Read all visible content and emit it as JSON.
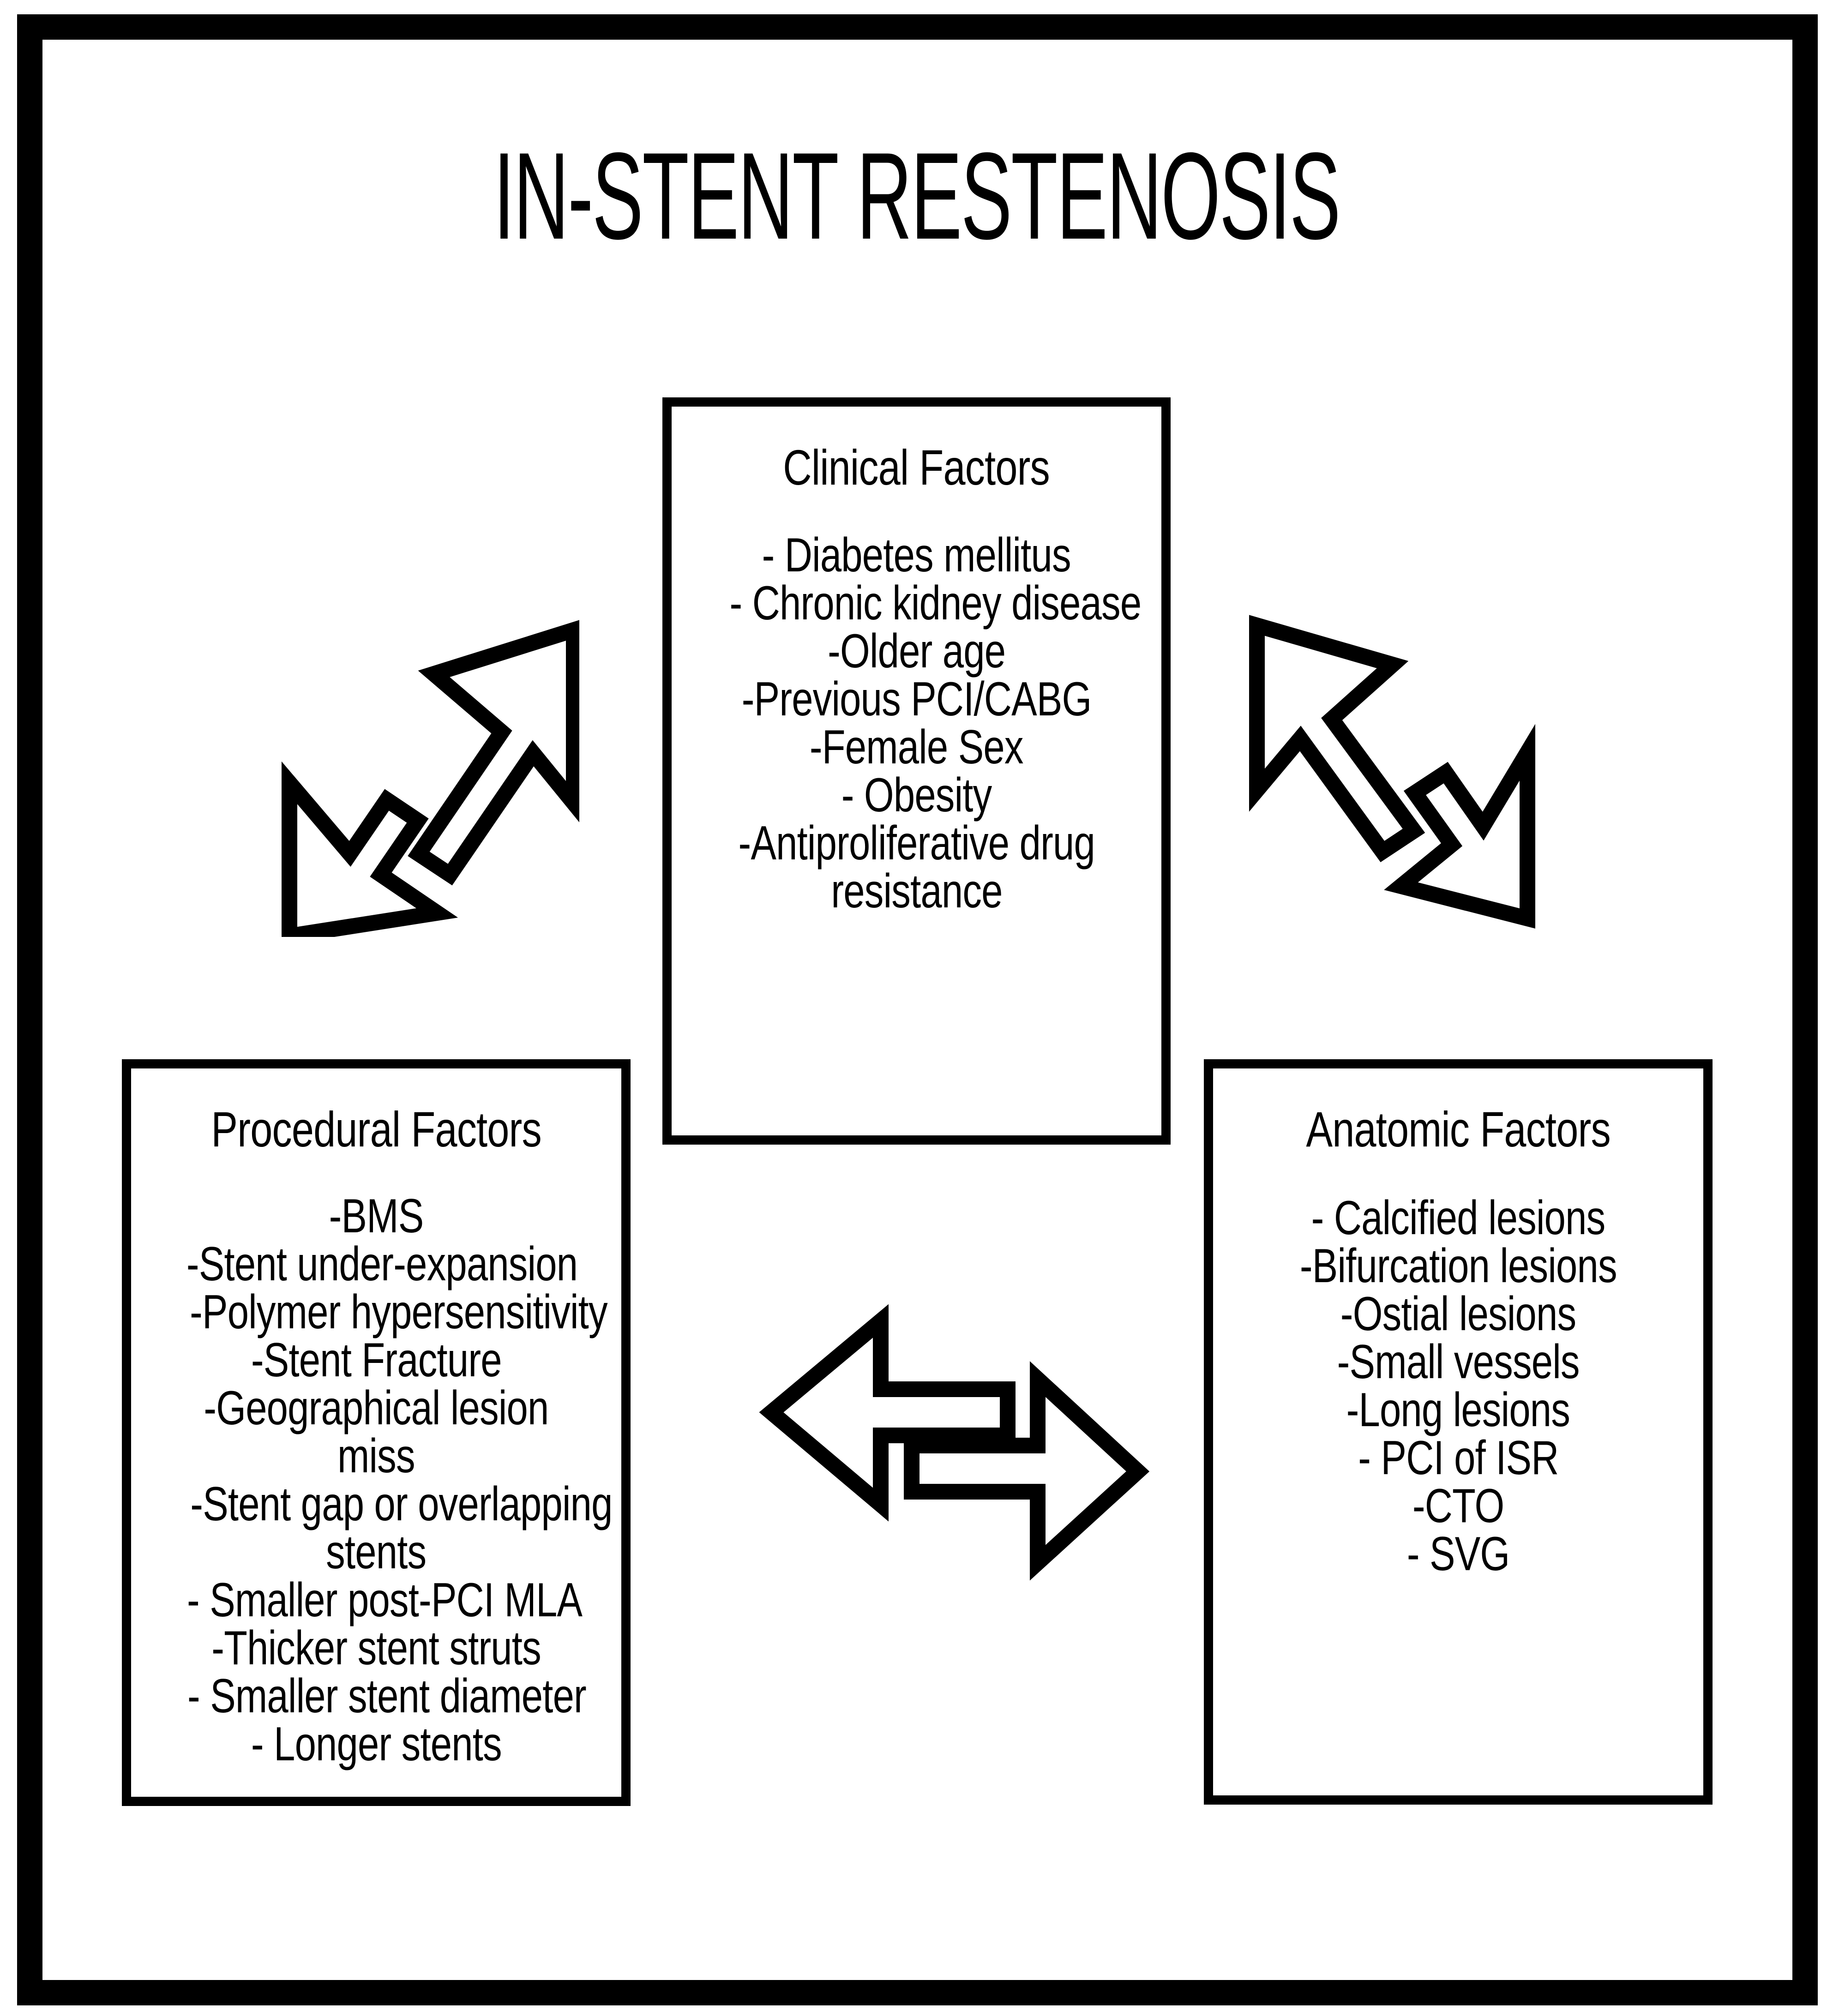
{
  "diagram": {
    "title": "IN-STENT RESTENOSIS",
    "frame_color": "#000000",
    "background_color": "#ffffff",
    "text_color": "#000000"
  },
  "boxes": {
    "clinical": {
      "title": "Clinical Factors",
      "items": [
        "- Diabetes mellitus",
        "- Chronic kidney disease",
        "-Older age",
        "-Previous PCI/CABG",
        "-Female Sex",
        "- Obesity",
        "-Antiproliferative drug",
        "resistance"
      ]
    },
    "procedural": {
      "title": "Procedural Factors",
      "items": [
        "-BMS",
        "-Stent under-expansion",
        "-Polymer hypersensitivity",
        "-Stent Fracture",
        "-Geographical lesion",
        "miss",
        "-Stent gap or overlapping",
        "stents",
        "- Smaller post-PCI MLA",
        "-Thicker stent struts",
        "- Smaller stent diameter",
        "- Longer stents"
      ]
    },
    "anatomic": {
      "title": "Anatomic Factors",
      "items": [
        "- Calcified lesions",
        "-Bifurcation lesions",
        "-Ostial lesions",
        "-Small vessels",
        "-Long lesions",
        "- PCI of ISR",
        "-CTO",
        "- SVG"
      ]
    }
  },
  "arrows": {
    "left": {
      "name": "double-headed-diagonal-arrow-ne-sw",
      "directions": "northeast-southwest",
      "style": "outline"
    },
    "right": {
      "name": "double-headed-diagonal-arrow-nw-se",
      "directions": "northwest-southeast",
      "style": "outline"
    },
    "middle": {
      "name": "double-headed-horizontal-arrow",
      "directions": "left-right",
      "style": "outline"
    }
  }
}
